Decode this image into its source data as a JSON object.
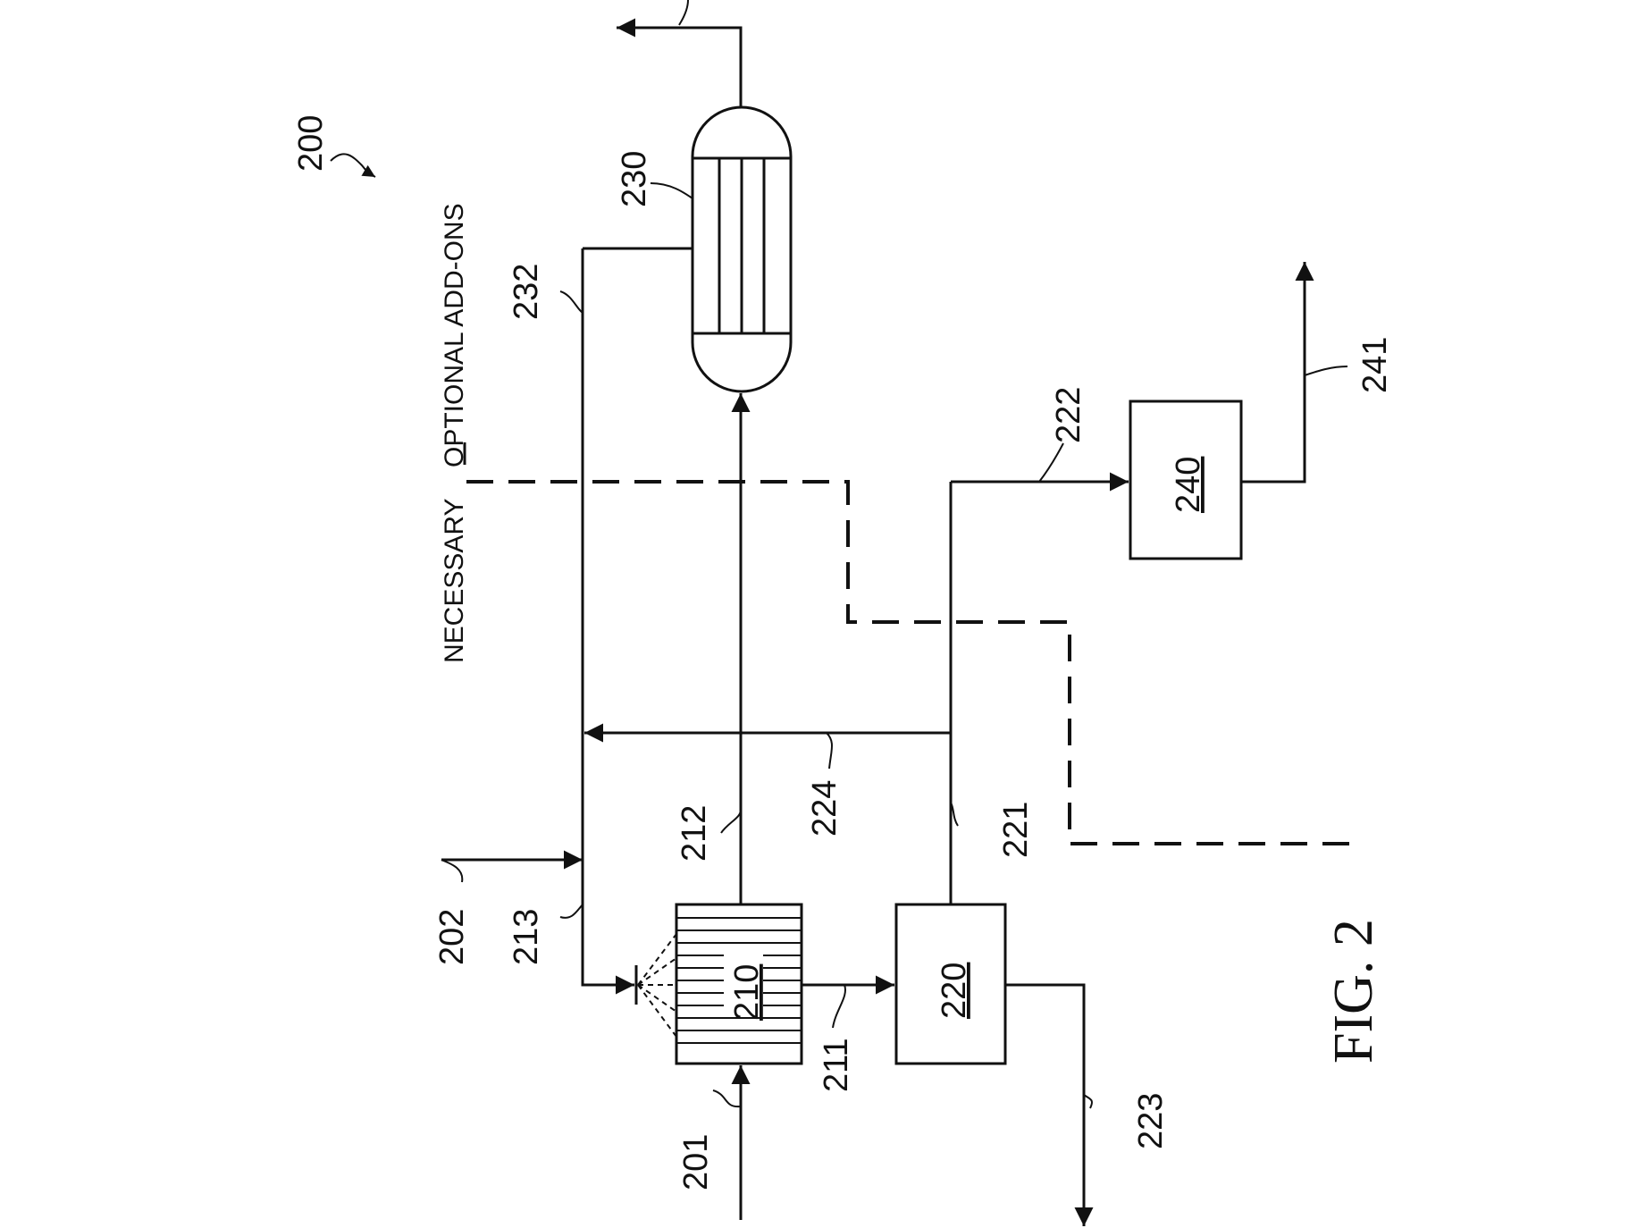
{
  "figure": {
    "title": "FIG. 2",
    "system_ref": "200",
    "zones": {
      "necessary": "NECESSARY",
      "optional": "OPTIONAL ADD-ONS"
    },
    "units": [
      {
        "id": "210"
      },
      {
        "id": "220"
      },
      {
        "id": "230"
      },
      {
        "id": "240"
      }
    ],
    "streams": [
      "201",
      "202",
      "211",
      "212",
      "213",
      "221",
      "222",
      "223",
      "224",
      "232",
      "241"
    ]
  }
}
